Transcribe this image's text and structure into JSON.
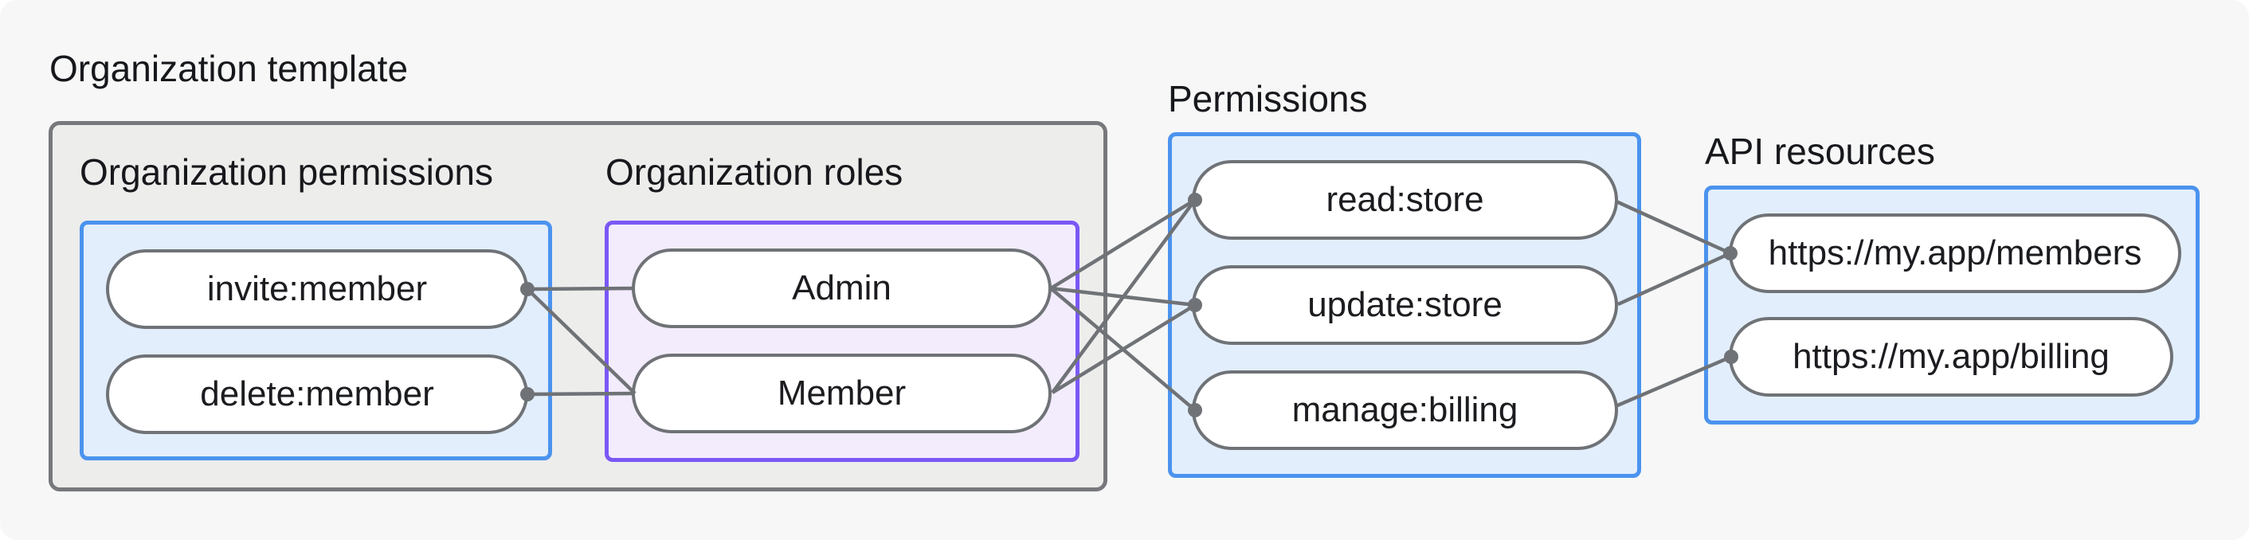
{
  "diagram": {
    "template_label": "Organization template",
    "org_permissions": {
      "label": "Organization permissions",
      "items": [
        "invite:member",
        "delete:member"
      ]
    },
    "org_roles": {
      "label": "Organization roles",
      "items": [
        "Admin",
        "Member"
      ]
    },
    "permissions": {
      "label": "Permissions",
      "items": [
        "read:store",
        "update:store",
        "manage:billing"
      ]
    },
    "api_resources": {
      "label": "API resources",
      "items": [
        "https://my.app/members",
        "https://my.app/billing"
      ]
    },
    "edges": [
      {
        "from": "invite:member",
        "to": "Admin"
      },
      {
        "from": "invite:member",
        "to": "Member"
      },
      {
        "from": "delete:member",
        "to": "Member"
      },
      {
        "from": "Admin",
        "to": "read:store"
      },
      {
        "from": "Admin",
        "to": "update:store"
      },
      {
        "from": "Admin",
        "to": "manage:billing"
      },
      {
        "from": "Member",
        "to": "read:store"
      },
      {
        "from": "Member",
        "to": "update:store"
      },
      {
        "from": "read:store",
        "to": "https://my.app/members"
      },
      {
        "from": "update:store",
        "to": "https://my.app/members"
      },
      {
        "from": "manage:billing",
        "to": "https://my.app/billing"
      }
    ],
    "colors": {
      "page_bg": "#f6f7f6",
      "gray_box_bg": "#ededec",
      "gray_box_border": "#77787b",
      "blue_box_bg": "#e2eefc",
      "blue_box_border": "#4b93ee",
      "purple_box_bg": "#f2ecfd",
      "purple_box_border": "#7a58f6",
      "pill_border": "#6f7276",
      "connector": "#6f7276",
      "text": "#17181c"
    }
  }
}
